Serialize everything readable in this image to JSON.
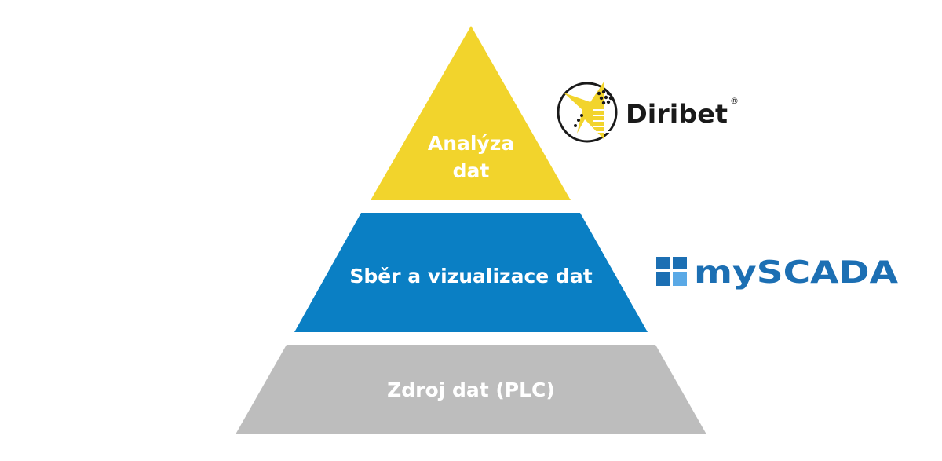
{
  "colors": {
    "top_tier": "#F2D42C",
    "middle_tier": "#0A7FC4",
    "bottom_tier": "#BDBDBD",
    "label_text": "#FFFFFF",
    "diribet_text": "#1A1A1A",
    "diribet_accent": "#F2D42C",
    "myscada_text": "#1C6FB3",
    "myscada_square_dark": "#1C6FB3",
    "myscada_square_light": "#5AA9E6"
  },
  "pyramid": {
    "tiers": [
      {
        "id": "top",
        "label_lines": [
          "Analýza",
          "dat"
        ]
      },
      {
        "id": "middle",
        "label": "Sběr a vizualizace dat"
      },
      {
        "id": "bottom",
        "label": "Zdroj dat (PLC)"
      }
    ]
  },
  "logos": {
    "diribet": {
      "name": "Diribet",
      "mark": "®"
    },
    "myscada": {
      "name": "mySCADA"
    }
  }
}
